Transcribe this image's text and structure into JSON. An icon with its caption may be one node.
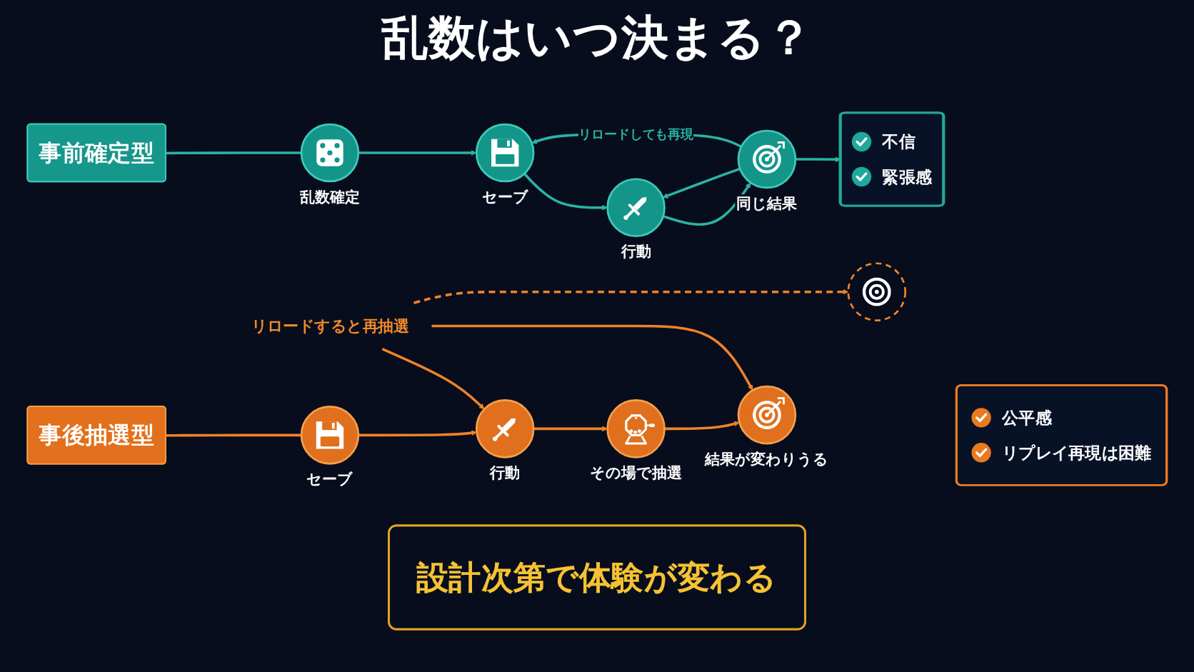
{
  "diagram": {
    "title": "乱数はいつ決まる？",
    "nodes": [
      {
        "text": [
          "事前確定型"
        ]
      },
      {
        "text": [],
        "shape": "circle",
        "beside": [
          "乱数確定"
        ]
      },
      {
        "text": [],
        "shape": "circle",
        "beside": [
          "セーブ"
        ]
      },
      {
        "text": [],
        "shape": "circle",
        "beside": [
          "行動"
        ]
      },
      {
        "text": [],
        "shape": "circle",
        "beside": [
          "同じ結果"
        ]
      },
      {
        "text": [
          "不信",
          "緊張感"
        ]
      },
      {
        "text": [
          "リロードすると再抽選"
        ]
      },
      {
        "text": [
          "事後抽選型"
        ]
      },
      {
        "text": [],
        "shape": "circle",
        "beside": [
          "セーブ"
        ]
      },
      {
        "text": [],
        "shape": "circle",
        "beside": [
          "行動"
        ]
      },
      {
        "text": [],
        "shape": "circle",
        "beside": [
          "その場で抽選"
        ]
      },
      {
        "text": [],
        "shape": "circle",
        "beside": [
          "結果が変わりうる"
        ]
      },
      {
        "text": [],
        "shape": "circle"
      },
      {
        "text": [
          "公平感",
          "リプレイ再現は困難"
        ]
      },
      {
        "text": [
          "設計次第で体験が変わる"
        ]
      }
    ],
    "edges": [
      {
        "from": 0,
        "to": 1,
        "arrow": "none",
        "color": "#2ab3a6"
      },
      {
        "from": 1,
        "to": 2,
        "arrow": "to",
        "color": "#2ab3a6"
      },
      {
        "from": 2,
        "to": 3,
        "arrow": "to",
        "color": "#2ab3a6"
      },
      {
        "from": 3,
        "to": 4,
        "arrow": "to",
        "color": "#2ab3a6"
      },
      {
        "from": 4,
        "to": 5,
        "arrow": "to",
        "color": "#2ab3a6"
      },
      {
        "from": 4,
        "to": 2,
        "arrow": "to",
        "label": "リロードしても再現",
        "color": "#2ab3a6"
      },
      {
        "from": 4,
        "to": 3,
        "arrow": "to",
        "color": "#2ab3a6"
      },
      {
        "from": 7,
        "to": 8,
        "arrow": "none",
        "color": "#f08228"
      },
      {
        "from": 8,
        "to": 9,
        "arrow": "to",
        "color": "#f08228"
      },
      {
        "from": 9,
        "to": 10,
        "arrow": "to",
        "color": "#f08228"
      },
      {
        "from": 10,
        "to": 11,
        "arrow": "to",
        "color": "#f08228"
      },
      {
        "from": 6,
        "to": 9,
        "arrow": "to",
        "color": "#f08228"
      },
      {
        "from": 6,
        "to": 11,
        "arrow": "to",
        "color": "#f08228"
      },
      {
        "from": 6,
        "to": 12,
        "arrow": "to",
        "style": "dashed",
        "color": "#f08228"
      }
    ]
  }
}
